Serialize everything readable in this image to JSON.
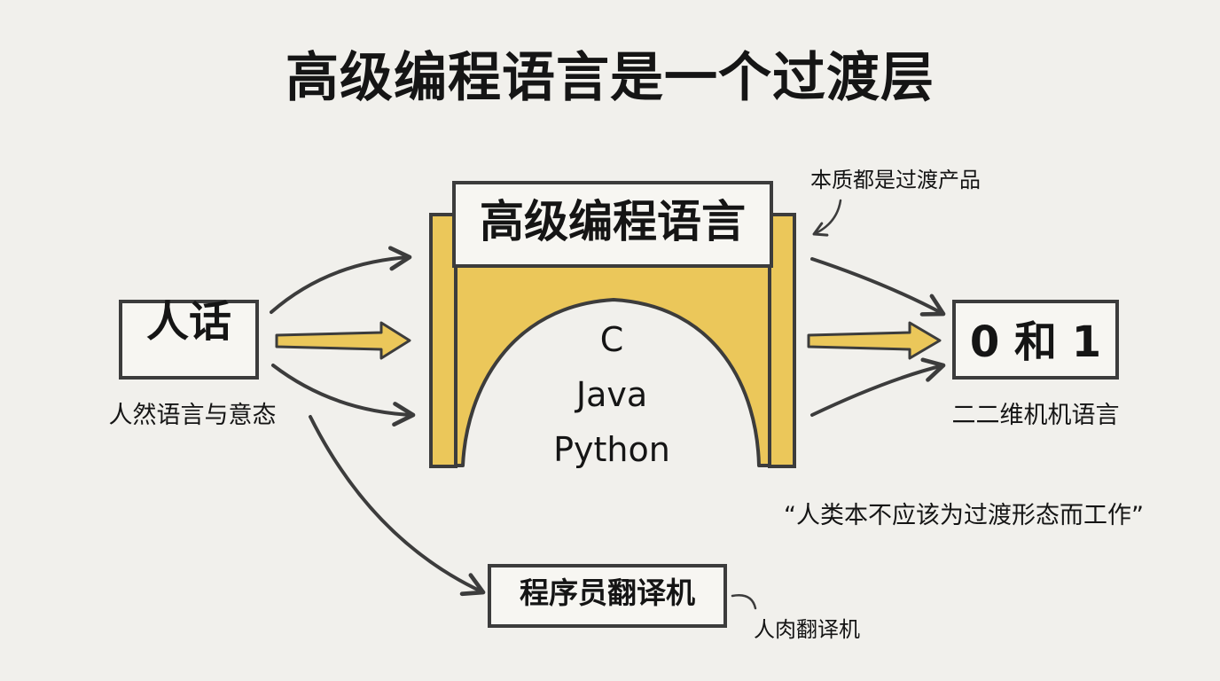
{
  "title": "高级编程语言是一个过渡层",
  "human": {
    "label": "人话",
    "sublabel": "人然语言与意态"
  },
  "bridge": {
    "label": "高级编程语言",
    "languages": [
      "C",
      "Java",
      "Python"
    ],
    "note": "本质都是过渡产品"
  },
  "binary": {
    "label": "0 和 1",
    "sublabel": "二二维机机语言"
  },
  "translator": {
    "label": "程序员翻译机",
    "note": "人肉翻译机"
  },
  "quote": "“人类本不应该为过渡形态而工作”",
  "colors": {
    "background": "#f1f0ec",
    "bridge_yellow": "#ebc75a",
    "ink": "#3c3c3c",
    "text": "#151515"
  }
}
